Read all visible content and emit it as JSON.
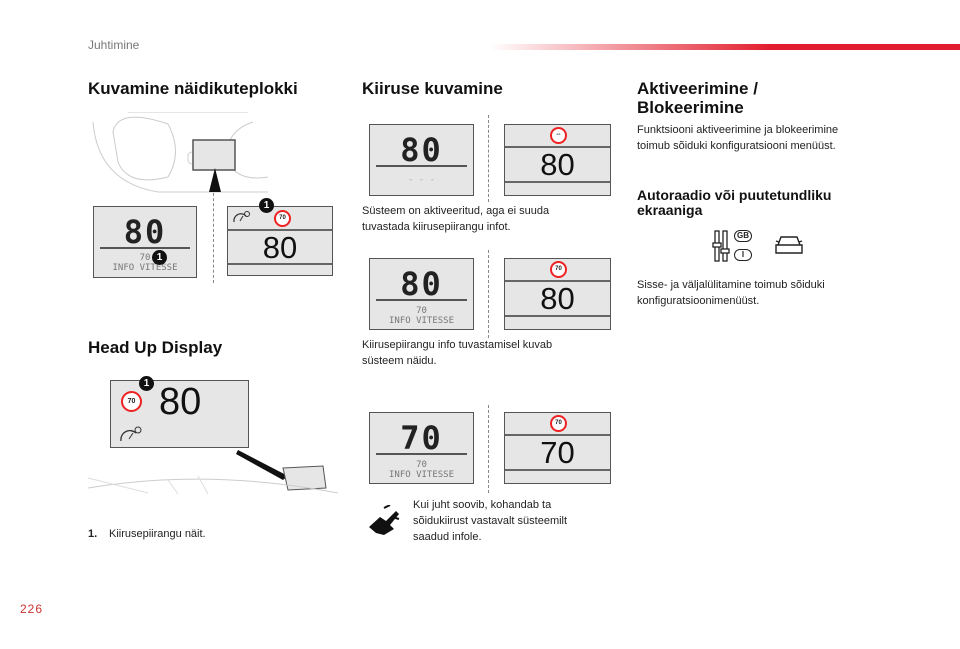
{
  "header": {
    "section": "Juhtimine",
    "page_number": "226"
  },
  "col1": {
    "heading": "Kuvamine näidikuteplokki",
    "lcd": {
      "speed": "80",
      "limit": "70",
      "info": "INFO VITESSE"
    },
    "color_display": {
      "limit": "70",
      "speed": "80"
    },
    "callout": "1",
    "hud_heading": "Head Up Display",
    "hud": {
      "limit": "70",
      "speed": "80"
    },
    "legend_number": "1.",
    "legend_text": "Kiirusepiirangu näit."
  },
  "col2": {
    "heading": "Kiiruse kuvamine",
    "row1": {
      "lcd_speed": "80",
      "lcd_small": "- - -",
      "sign": "--",
      "speed": "80",
      "caption": "Süsteem on aktiveeritud, aga ei suuda tuvastada kiirusepiirangu infot."
    },
    "row2": {
      "lcd_speed": "80",
      "lcd_limit": "70",
      "lcd_info": "INFO VITESSE",
      "sign": "70",
      "speed": "80",
      "caption": "Kiirusepiirangu info tuvastamisel kuvab süsteem näidu."
    },
    "row3": {
      "lcd_speed": "70",
      "lcd_limit": "70",
      "lcd_info": "INFO VITESSE",
      "sign": "70",
      "speed": "70",
      "caption": "Kui juht soovib, kohandab ta sõidukiirust vastavalt süsteemilt saadud infole."
    }
  },
  "col3": {
    "heading": "Aktiveerimine / Blokeerimine",
    "text1": "Funktsiooni aktiveerimine ja blokeerimine toimub sõiduki konfiguratsiooni menüüst.",
    "subheading": "Autoraadio või puutetundliku ekraaniga",
    "icon_gb": "GB",
    "icon_i": "I",
    "text2": "Sisse- ja väljalülitamine toimub sõiduki konfiguratsioonimenüüst."
  }
}
